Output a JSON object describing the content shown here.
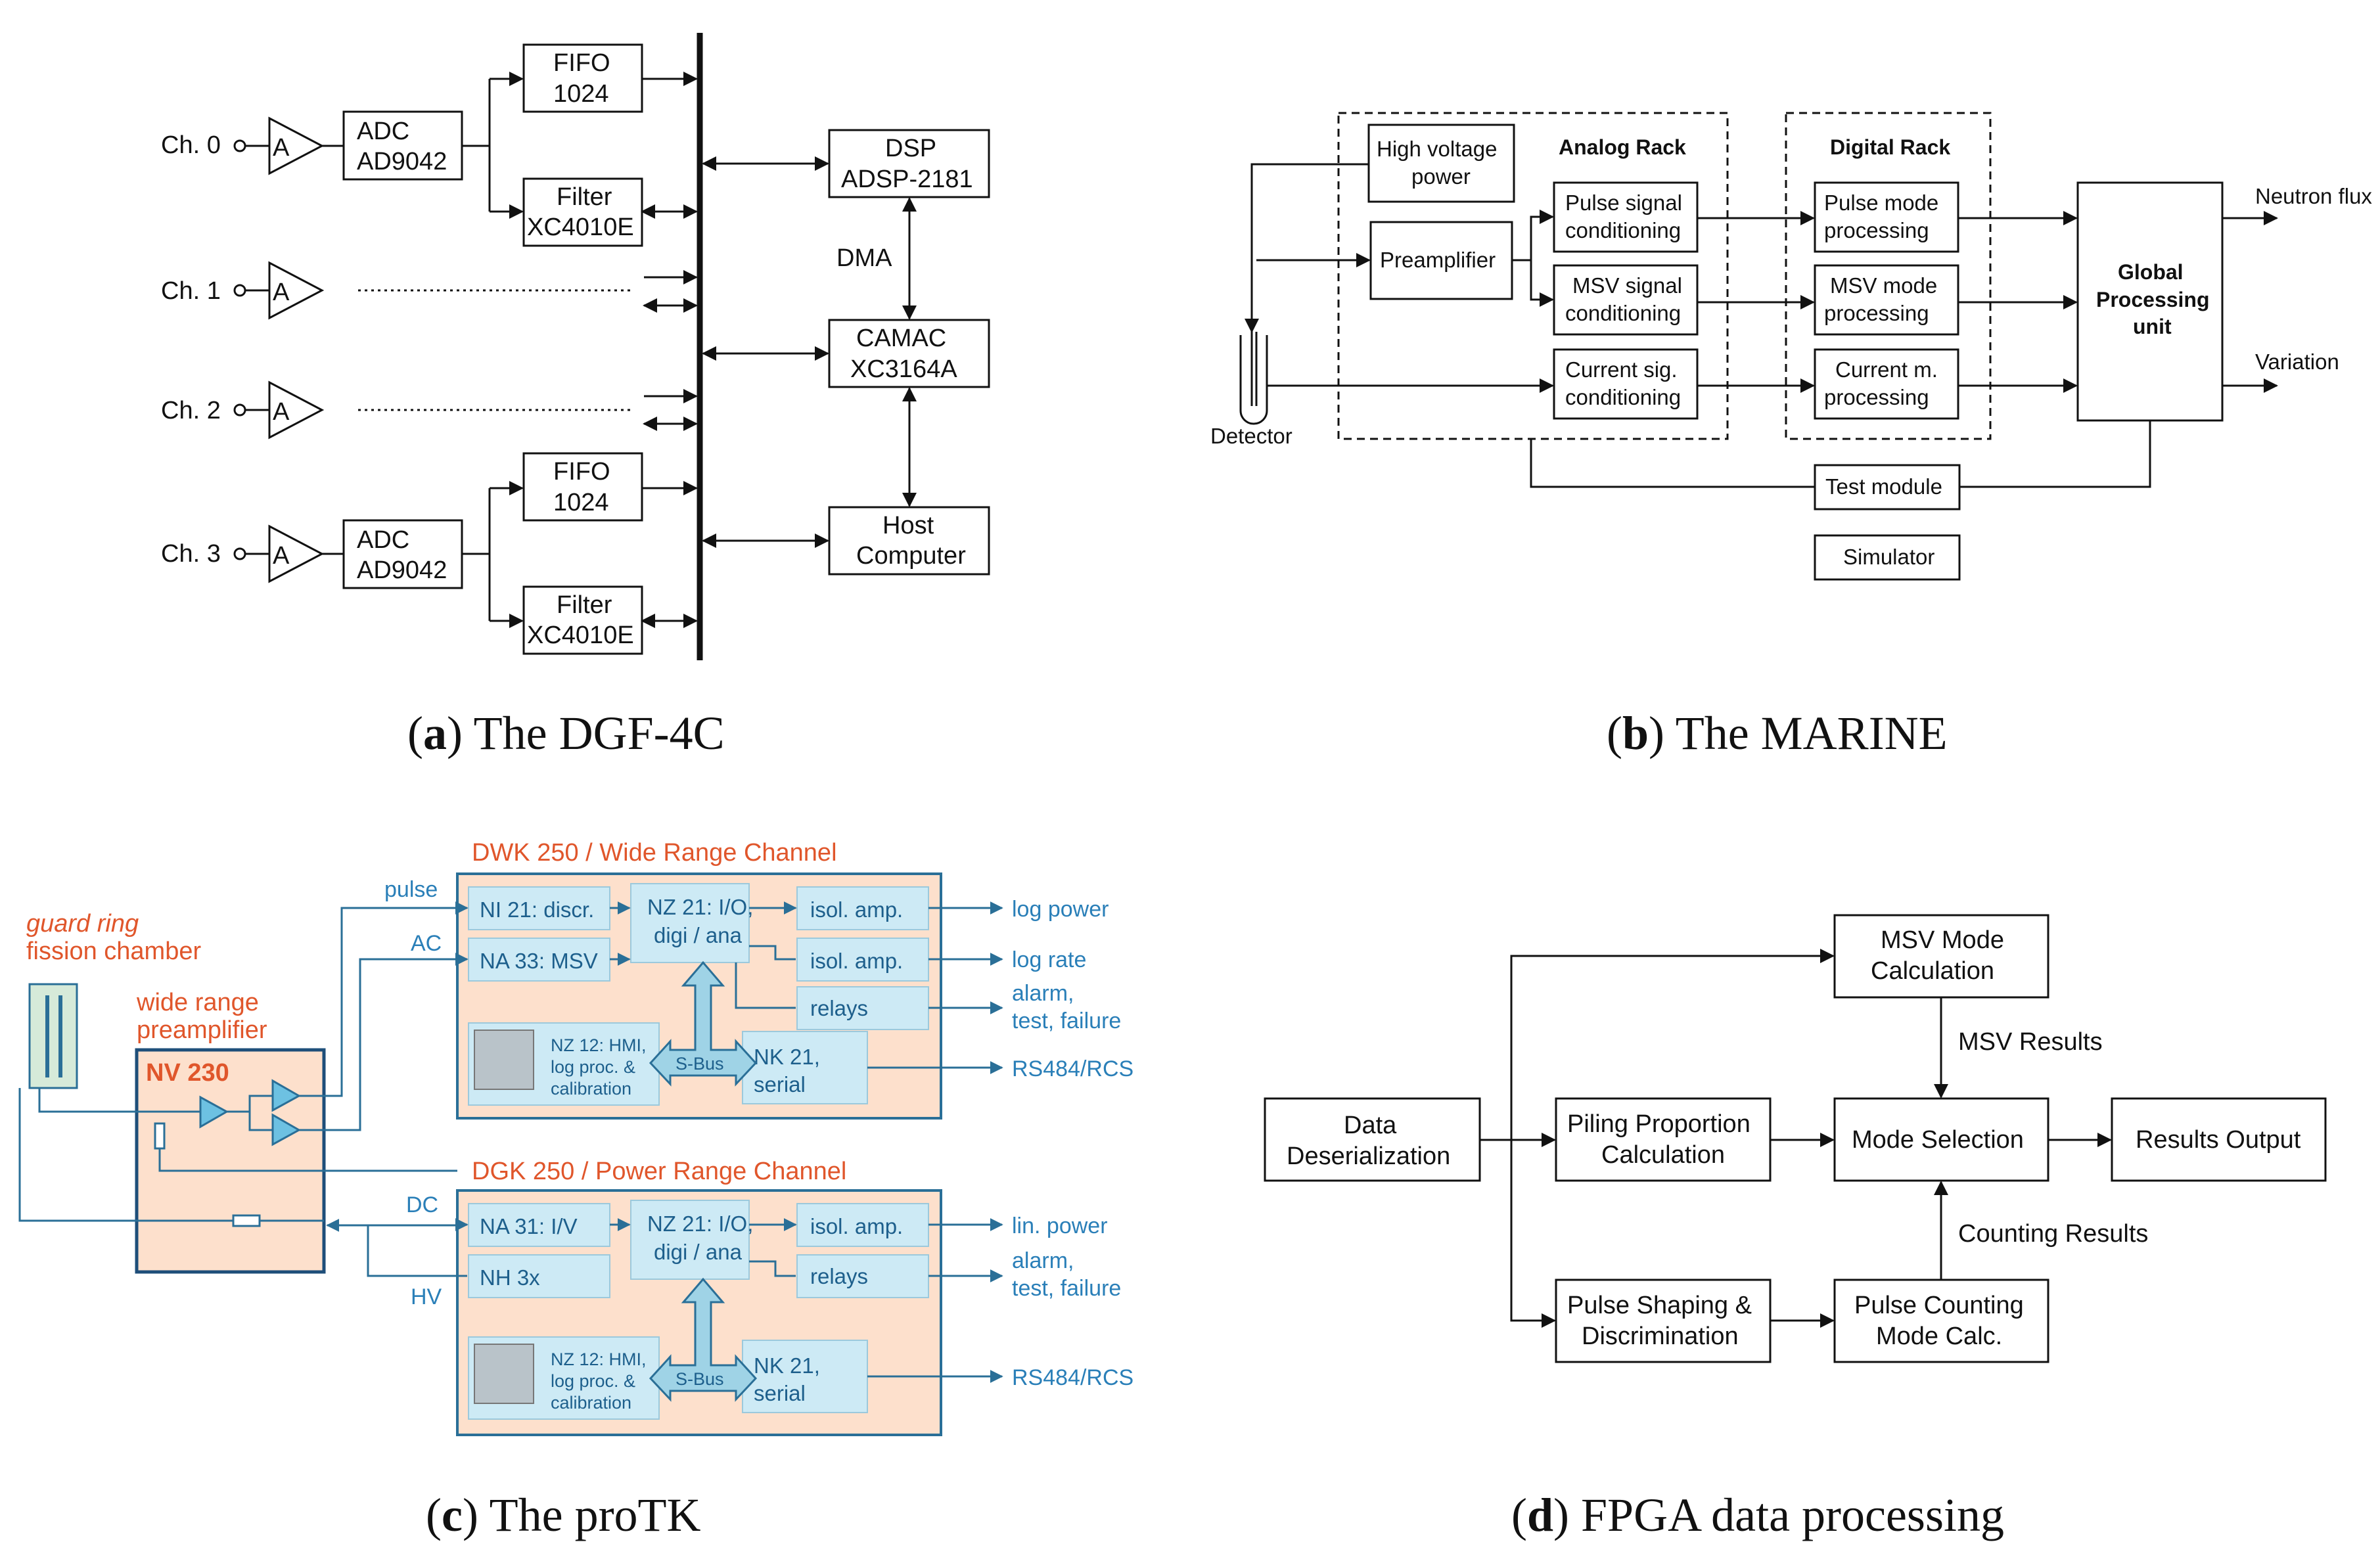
{
  "a": {
    "caption_letter": "a",
    "caption_text": " The DGF-4C",
    "ch0": "Ch. 0",
    "ch1": "Ch. 1",
    "ch2": "Ch. 2",
    "ch3": "Ch. 3",
    "amp": "A",
    "adc1": "ADC",
    "adc2": "AD9042",
    "fifo1": "FIFO",
    "fifo2": "1024",
    "filter1": "Filter",
    "filter2": "XC4010E",
    "dsp1": "DSP",
    "dsp2": "ADSP-2181",
    "dma": "DMA",
    "camac1": "CAMAC",
    "camac2": "XC3164A",
    "host1": "Host",
    "host2": "Computer"
  },
  "b": {
    "caption_letter": "b",
    "caption_text": " The MARINE",
    "hv1": "High voltage",
    "hv2": "power",
    "analog_rack": "Analog Rack",
    "digital_rack": "Digital Rack",
    "preamp": "Preamplifier",
    "psc1": "Pulse signal",
    "psc2": "conditioning",
    "msc1": "MSV signal",
    "msc2": "conditioning",
    "csc1": "Current sig.",
    "csc2": "conditioning",
    "pmp1": "Pulse mode",
    "pmp2": "processing",
    "mmp1": "MSV mode",
    "mmp2": "processing",
    "cmp1": "Current m.",
    "cmp2": "processing",
    "gpu1": "Global",
    "gpu2": "Processing",
    "gpu3": "unit",
    "neutron_flux": "Neutron flux",
    "variation": "Variation",
    "detector": "Detector",
    "test_module": "Test module",
    "simulator": "Simulator"
  },
  "c": {
    "caption_letter": "c",
    "caption_text": " The proTK",
    "dwk": "DWK 250 / Wide Range Channel",
    "dgk": "DGK 250 / Power Range Channel",
    "guard1": "guard ring",
    "guard2": "fission chamber",
    "wrp1": "wide range",
    "wrp2": "preamplifier",
    "nv230": "NV 230",
    "pulse": "pulse",
    "ac": "AC",
    "dc": "DC",
    "hv": "HV",
    "ni21": "NI 21: discr.",
    "na33": "NA 33: MSV",
    "nz21a": "NZ 21: I/O,",
    "nz21b": "digi / ana",
    "isol": "isol. amp.",
    "relays": "relays",
    "nz12a": "NZ 12: HMI,",
    "nz12b": "log proc. &",
    "nz12c": "calibration",
    "sbus": "S-Bus",
    "nk21a": "NK 21,",
    "nk21b": "serial",
    "log_power": "log power",
    "log_rate": "log rate",
    "alarm1": "alarm,",
    "alarm2": "test, failure",
    "rs484": "RS484/RCS",
    "na31": "NA 31: I/V",
    "nh3x": "NH 3x",
    "lin_power": "lin. power"
  },
  "d": {
    "caption_letter": "d",
    "caption_text": " FPGA data processing",
    "dd1": "Data",
    "dd2": "Deserialization",
    "msv1": "MSV Mode",
    "msv2": "Calculation",
    "msv_results": "MSV Results",
    "ppc1": "Piling Proportion",
    "ppc2": "Calculation",
    "mode_sel": "Mode Selection",
    "results_out": "Results Output",
    "counting_results": "Counting Results",
    "psd1": "Pulse Shaping &",
    "psd2": "Discrimination",
    "pcm1": "Pulse Counting",
    "pcm2": "Mode Calc."
  }
}
